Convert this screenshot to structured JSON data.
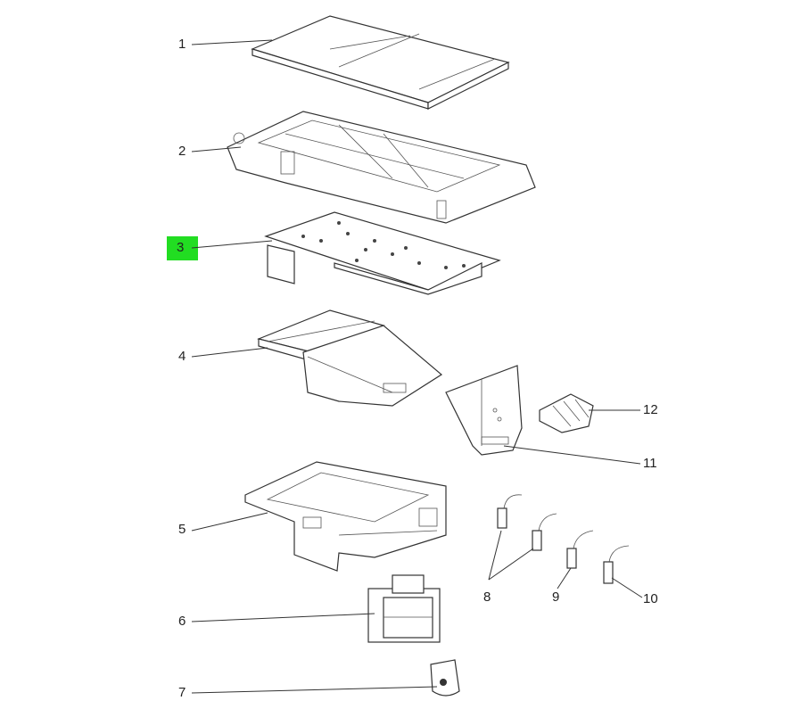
{
  "diagram": {
    "highlight_color": "#22dd22",
    "highlighted_part": "3",
    "callouts": [
      {
        "id": "p1",
        "label": "1"
      },
      {
        "id": "p2",
        "label": "2"
      },
      {
        "id": "p3",
        "label": "3"
      },
      {
        "id": "p4",
        "label": "4"
      },
      {
        "id": "p5",
        "label": "5"
      },
      {
        "id": "p6",
        "label": "6"
      },
      {
        "id": "p7",
        "label": "7"
      },
      {
        "id": "p8",
        "label": "8"
      },
      {
        "id": "p9",
        "label": "9"
      },
      {
        "id": "p10",
        "label": "10"
      },
      {
        "id": "p11",
        "label": "11"
      },
      {
        "id": "p12",
        "label": "12"
      }
    ]
  }
}
